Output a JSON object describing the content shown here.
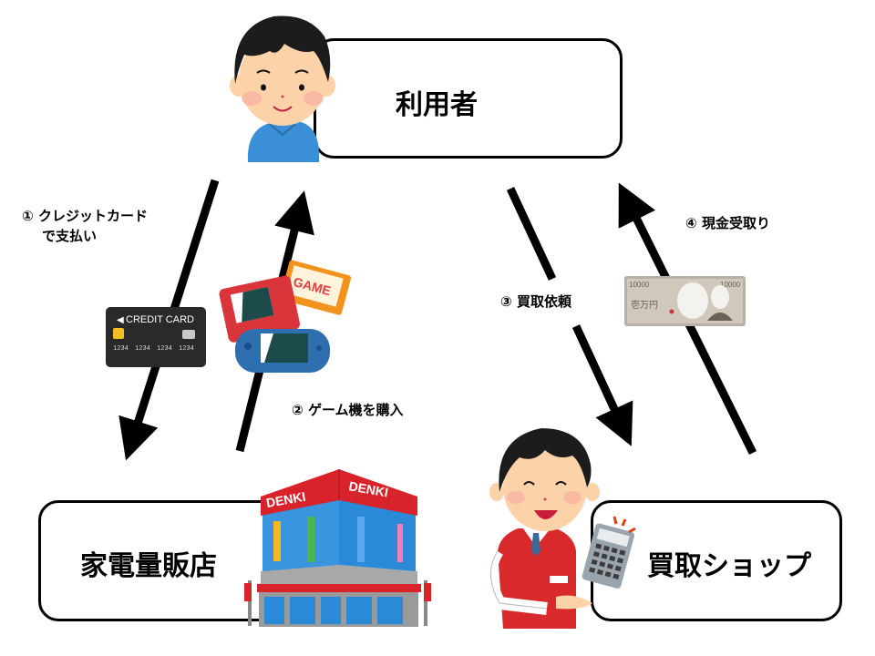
{
  "nodes": {
    "user": {
      "label": "利用者",
      "icon": "user-boy-icon"
    },
    "electronics_store": {
      "label": "家電量販店",
      "icon": "denki-store-building-icon",
      "sign_text": "DENKI"
    },
    "buyback_shop": {
      "label": "買取ショップ",
      "icon": "shop-clerk-calculator-icon"
    }
  },
  "steps": [
    {
      "number": "①",
      "line1": "クレジットカード",
      "line2": "で支払い",
      "from": "user",
      "to": "electronics_store",
      "icon": "credit-card-icon"
    },
    {
      "number": "②",
      "line1": "ゲーム機を購入",
      "from": "electronics_store",
      "to": "user",
      "icon": "game-console-icon"
    },
    {
      "number": "③",
      "line1": "買取依頼",
      "from": "user",
      "to": "buyback_shop"
    },
    {
      "number": "④",
      "line1": "現金受取り",
      "from": "buyback_shop",
      "to": "user",
      "icon": "yen-banknote-icon"
    }
  ],
  "credit_card": {
    "title": "CREDIT CARD",
    "numbers": [
      "1234",
      "1234",
      "1234",
      "1234"
    ]
  },
  "game_cartridge": {
    "text": "GAME"
  },
  "banknote": {
    "value": "10000",
    "kanji": "壱万円"
  },
  "colors": {
    "line": "#000000",
    "store_red": "#d9232b",
    "store_blue": "#2a8ad8",
    "shirt_blue": "#3a8fd6",
    "skin": "#fcd2a8",
    "hair": "#1c1c1c",
    "clerk_vest": "#d82a2a",
    "cartridge_orange": "#f3931e"
  }
}
